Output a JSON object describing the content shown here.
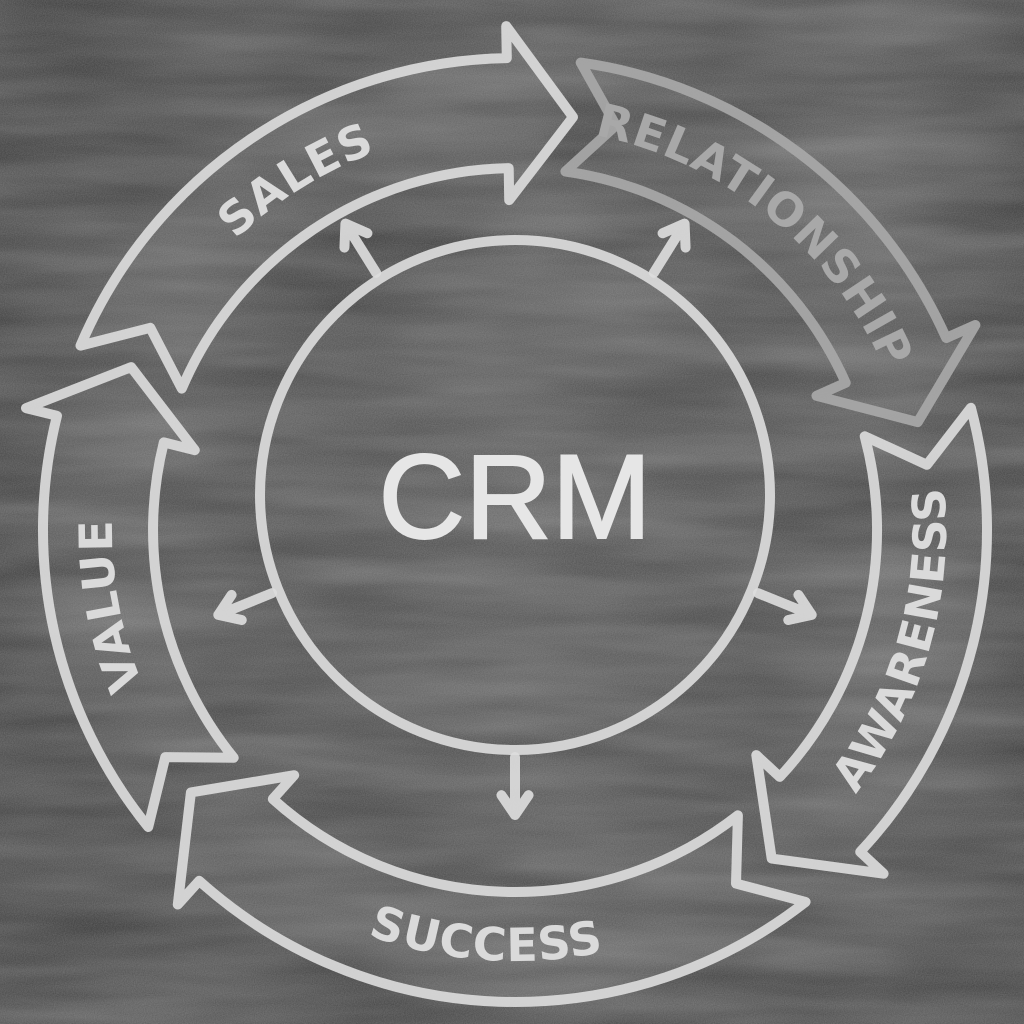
{
  "center_label": "CRM",
  "cycle": [
    {
      "label": "SALES"
    },
    {
      "label": "RELATIONSHIP"
    },
    {
      "label": "AWARENESS"
    },
    {
      "label": "SUCCESS"
    },
    {
      "label": "VALUE"
    }
  ],
  "colors": {
    "board": "#2e2e2e",
    "chalk": "#d9d9d9",
    "chalk_dim": "#a8a8a8"
  }
}
